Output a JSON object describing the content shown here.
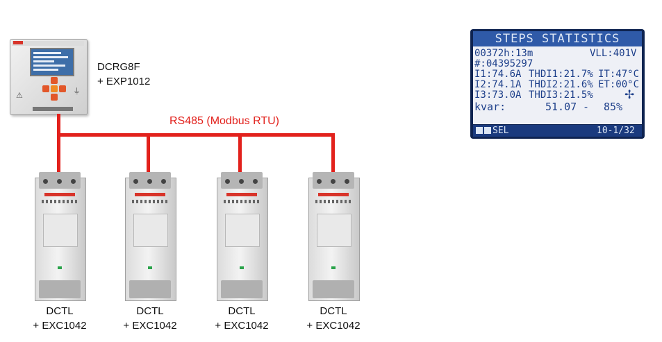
{
  "controller": {
    "model": "DCRG8F",
    "expansion": "+ EXP1012"
  },
  "bus": {
    "label": "RS485 (Modbus RTU)",
    "color": "#e2211c"
  },
  "starters": [
    {
      "model": "DCTL",
      "expansion": "+ EXC1042"
    },
    {
      "model": "DCTL",
      "expansion": "+ EXC1042"
    },
    {
      "model": "DCTL",
      "expansion": "+ EXC1042"
    },
    {
      "model": "DCTL",
      "expansion": "+ EXC1042"
    }
  ],
  "lcd": {
    "title": "STEPS STATISTICS",
    "lines": [
      {
        "left": "00372h:13m",
        "right": "VLL:401V"
      },
      {
        "left": "#:04395297",
        "right": ""
      },
      {
        "col1": "I1:74.6A",
        "col2": "THDI1:21.7%",
        "col3": "IT:47°C"
      },
      {
        "col1": "I2:74.1A",
        "col2": "THDI2:21.6%",
        "col3": "ET:00°C"
      },
      {
        "col1": "I3:73.0A",
        "col2": "THDI3:21.5%",
        "col3": ""
      },
      {
        "left": "kvar:",
        "value": "51.07",
        "dash": "-",
        "pct": "85%"
      }
    ],
    "fan_icon": "fan-icon",
    "footer_left": "SEL",
    "footer_right": "10-1/32"
  }
}
